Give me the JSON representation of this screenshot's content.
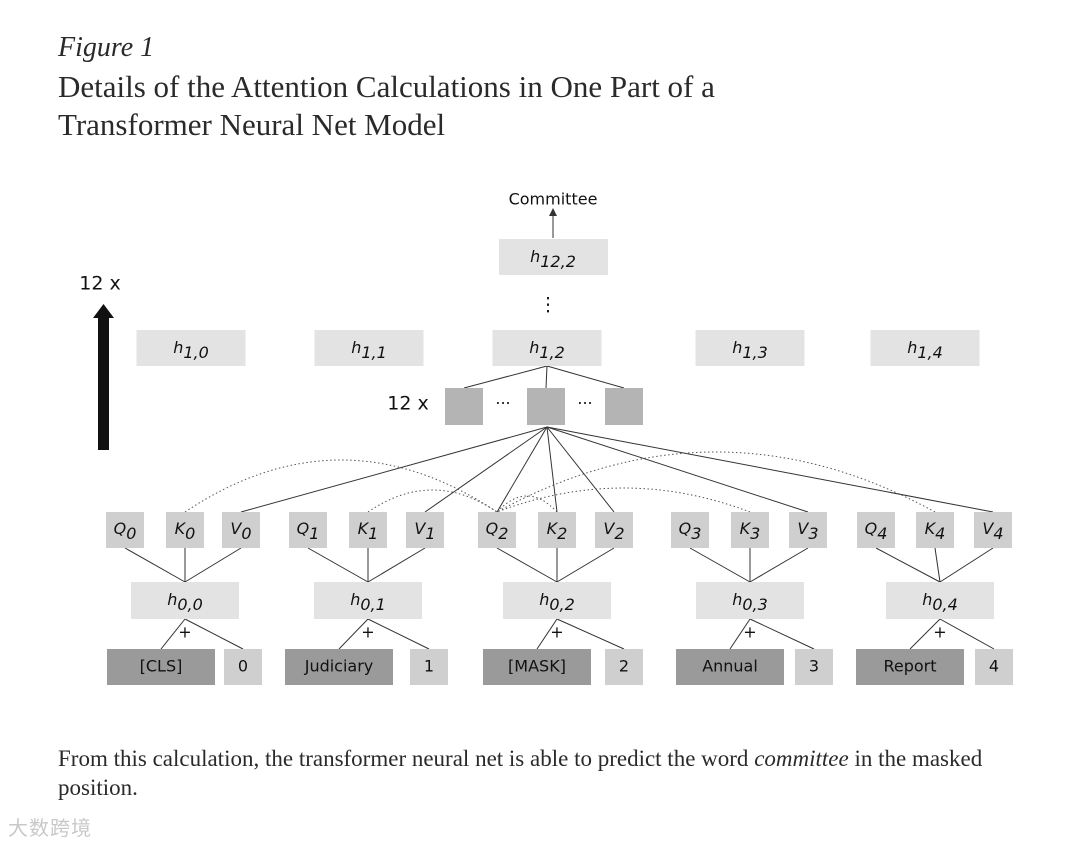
{
  "figure_label": "Figure 1",
  "title": "Details of the Attention Calculations in One Part of a Transformer Neural Net Model",
  "caption_before": "From this calculation, the transformer neural net is able to predict the word ",
  "caption_italic": "committee",
  "caption_after": " in the masked position.",
  "watermark": "大数跨境",
  "diagram": {
    "output_word": "Committee",
    "top_hidden": {
      "base": "h",
      "sub": "12,2"
    },
    "ellipsis_vertical": "⋮",
    "repeat_outer": "12 x",
    "repeat_heads": "12 x",
    "head_dots": "···",
    "layer1": [
      {
        "base": "h",
        "sub": "1,0"
      },
      {
        "base": "h",
        "sub": "1,1"
      },
      {
        "base": "h",
        "sub": "1,2"
      },
      {
        "base": "h",
        "sub": "1,3"
      },
      {
        "base": "h",
        "sub": "1,4"
      }
    ],
    "qkv": [
      [
        {
          "base": "Q",
          "sub": "0"
        },
        {
          "base": "K",
          "sub": "0"
        },
        {
          "base": "V",
          "sub": "0"
        }
      ],
      [
        {
          "base": "Q",
          "sub": "1"
        },
        {
          "base": "K",
          "sub": "1"
        },
        {
          "base": "V",
          "sub": "1"
        }
      ],
      [
        {
          "base": "Q",
          "sub": "2"
        },
        {
          "base": "K",
          "sub": "2"
        },
        {
          "base": "V",
          "sub": "2"
        }
      ],
      [
        {
          "base": "Q",
          "sub": "3"
        },
        {
          "base": "K",
          "sub": "3"
        },
        {
          "base": "V",
          "sub": "3"
        }
      ],
      [
        {
          "base": "Q",
          "sub": "4"
        },
        {
          "base": "K",
          "sub": "4"
        },
        {
          "base": "V",
          "sub": "4"
        }
      ]
    ],
    "layer0": [
      {
        "base": "h",
        "sub": "0,0"
      },
      {
        "base": "h",
        "sub": "0,1"
      },
      {
        "base": "h",
        "sub": "0,2"
      },
      {
        "base": "h",
        "sub": "0,3"
      },
      {
        "base": "h",
        "sub": "0,4"
      }
    ],
    "plus": "+",
    "tokens": [
      "[CLS]",
      "Judiciary",
      "[MASK]",
      "Annual",
      "Report"
    ],
    "positions": [
      "0",
      "1",
      "2",
      "3",
      "4"
    ]
  }
}
